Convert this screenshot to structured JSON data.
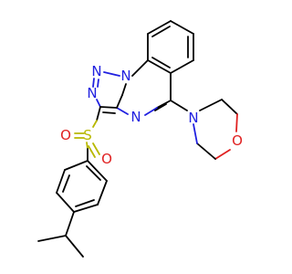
{
  "molecule": {
    "atom_labels": {
      "n1": "N",
      "n2": "N",
      "n3": "N",
      "n4": "N",
      "n5": "N",
      "s": "S",
      "o1": "O",
      "o2": "O",
      "o3": "O"
    },
    "colors": {
      "nitrogen": "#2020e0",
      "sulfur": "#b8b800",
      "oxygen": "#e02020",
      "carbon": "#000000"
    }
  }
}
